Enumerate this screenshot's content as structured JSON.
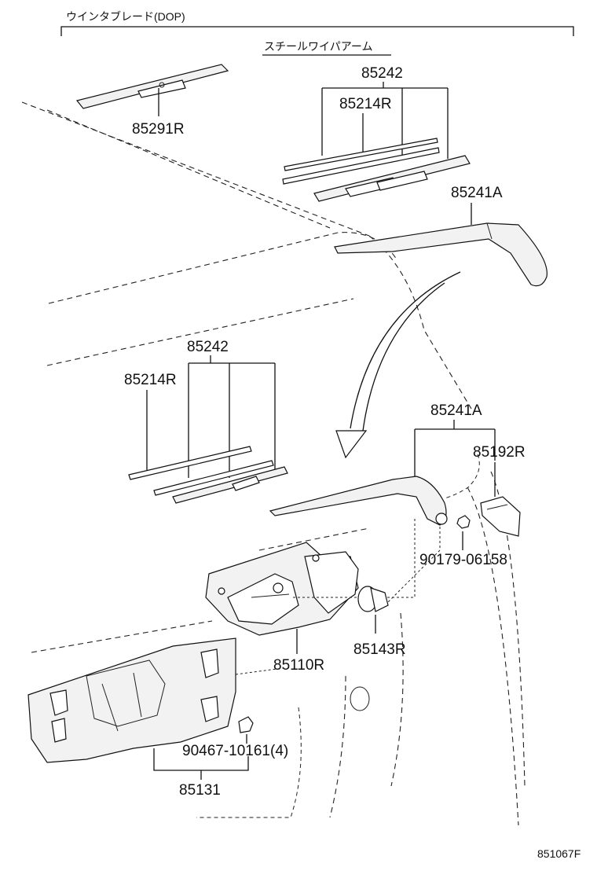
{
  "header": {
    "group_label": "ウインタブレード(DOP)",
    "subgroup_label": "スチールワイパアーム"
  },
  "callouts": {
    "blade_dop": "85291R",
    "blade_assy_top": "85242",
    "blade_rubber_top": "85214R",
    "arm_top": "85241A",
    "blade_assy_mid": "85242",
    "blade_rubber_mid": "85214R",
    "arm_mid": "85241A",
    "arm_cap": "85192R",
    "nut": "90179-06158",
    "motor": "85110R",
    "grommet": "85143R",
    "clip": "90467-10161(4)",
    "cover": "85131"
  },
  "diagram_code": "851067F"
}
